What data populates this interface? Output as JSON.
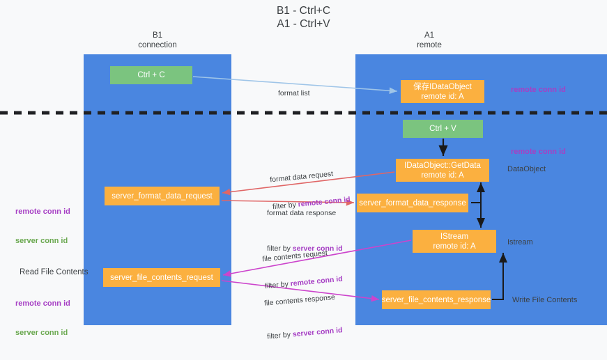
{
  "title": "B1 - Ctrl+C\nA1 - Ctrl+V",
  "lanes": [
    {
      "id": "b1",
      "header": "B1\nconnection"
    },
    {
      "id": "a1",
      "header": "A1\nremote"
    }
  ],
  "nodes": {
    "ctrl_c": {
      "line1": "Ctrl + C",
      "line2": "",
      "color": "#7bc47f"
    },
    "save_ido": {
      "line1": "保存IDataObject",
      "line2": "remote id: A",
      "color": "#fbb040"
    },
    "ctrl_v": {
      "line1": "Ctrl + V",
      "line2": "",
      "color": "#7bc47f"
    },
    "getdata": {
      "line1": "IDataObject::GetData",
      "line2": "remote id: A",
      "color": "#fbb040"
    },
    "sfd_request": {
      "line1": "server_format_data_request",
      "line2": "",
      "color": "#fbb040"
    },
    "sfd_response": {
      "line1": "server_format_data_response",
      "line2": "",
      "color": "#fbb040"
    },
    "istream": {
      "line1": "IStream",
      "line2": "remote id: A",
      "color": "#fbb040"
    },
    "sfc_request": {
      "line1": "server_file_contents_request",
      "line2": "",
      "color": "#fbb040"
    },
    "sfc_response": {
      "line1": "server_file_contents_response",
      "line2": "",
      "color": "#fbb040"
    }
  },
  "edge_labels": {
    "format_list": {
      "line1": "format list",
      "line2_plain": "",
      "line2_key": ""
    },
    "format_data_req": {
      "line1": "format data request",
      "line2_plain": "filter by ",
      "line2_key": "remote conn id"
    },
    "format_data_res": {
      "line1": "format data response",
      "line2_plain": "filter by ",
      "line2_key": "server conn id"
    },
    "file_contents_req": {
      "line1": "file contents request",
      "line2_plain": "filter by ",
      "line2_key": "remote conn id"
    },
    "file_contents_res": {
      "line1": "file contents response",
      "line2_plain": "filter by ",
      "line2_key": "server conn id"
    }
  },
  "annotations": {
    "right_remote_conn_id_1": "remote conn id",
    "right_remote_conn_id_2": "remote conn id",
    "right_dataobject": "DataObject",
    "right_istream": "Istream",
    "right_write_file_contents": "Write File Contents",
    "left_remote_conn_id": "remote conn id",
    "left_server_conn_id": "server conn id",
    "left_read_file_contents": "Read File Contents",
    "left_remote_conn_id_2": "remote conn id",
    "left_server_conn_id_2": "server conn id"
  },
  "colors": {
    "lane": "#4a86e0",
    "green_node": "#7bc47f",
    "orange_node": "#fbb040",
    "purple_text": "#a63fc4",
    "green_text": "#6aa84f",
    "arrow_blue": "#9fc5e8",
    "arrow_red": "#e06666",
    "arrow_magenta": "#cc44cc",
    "divider": "#202124",
    "background": "#f8f9fa"
  }
}
